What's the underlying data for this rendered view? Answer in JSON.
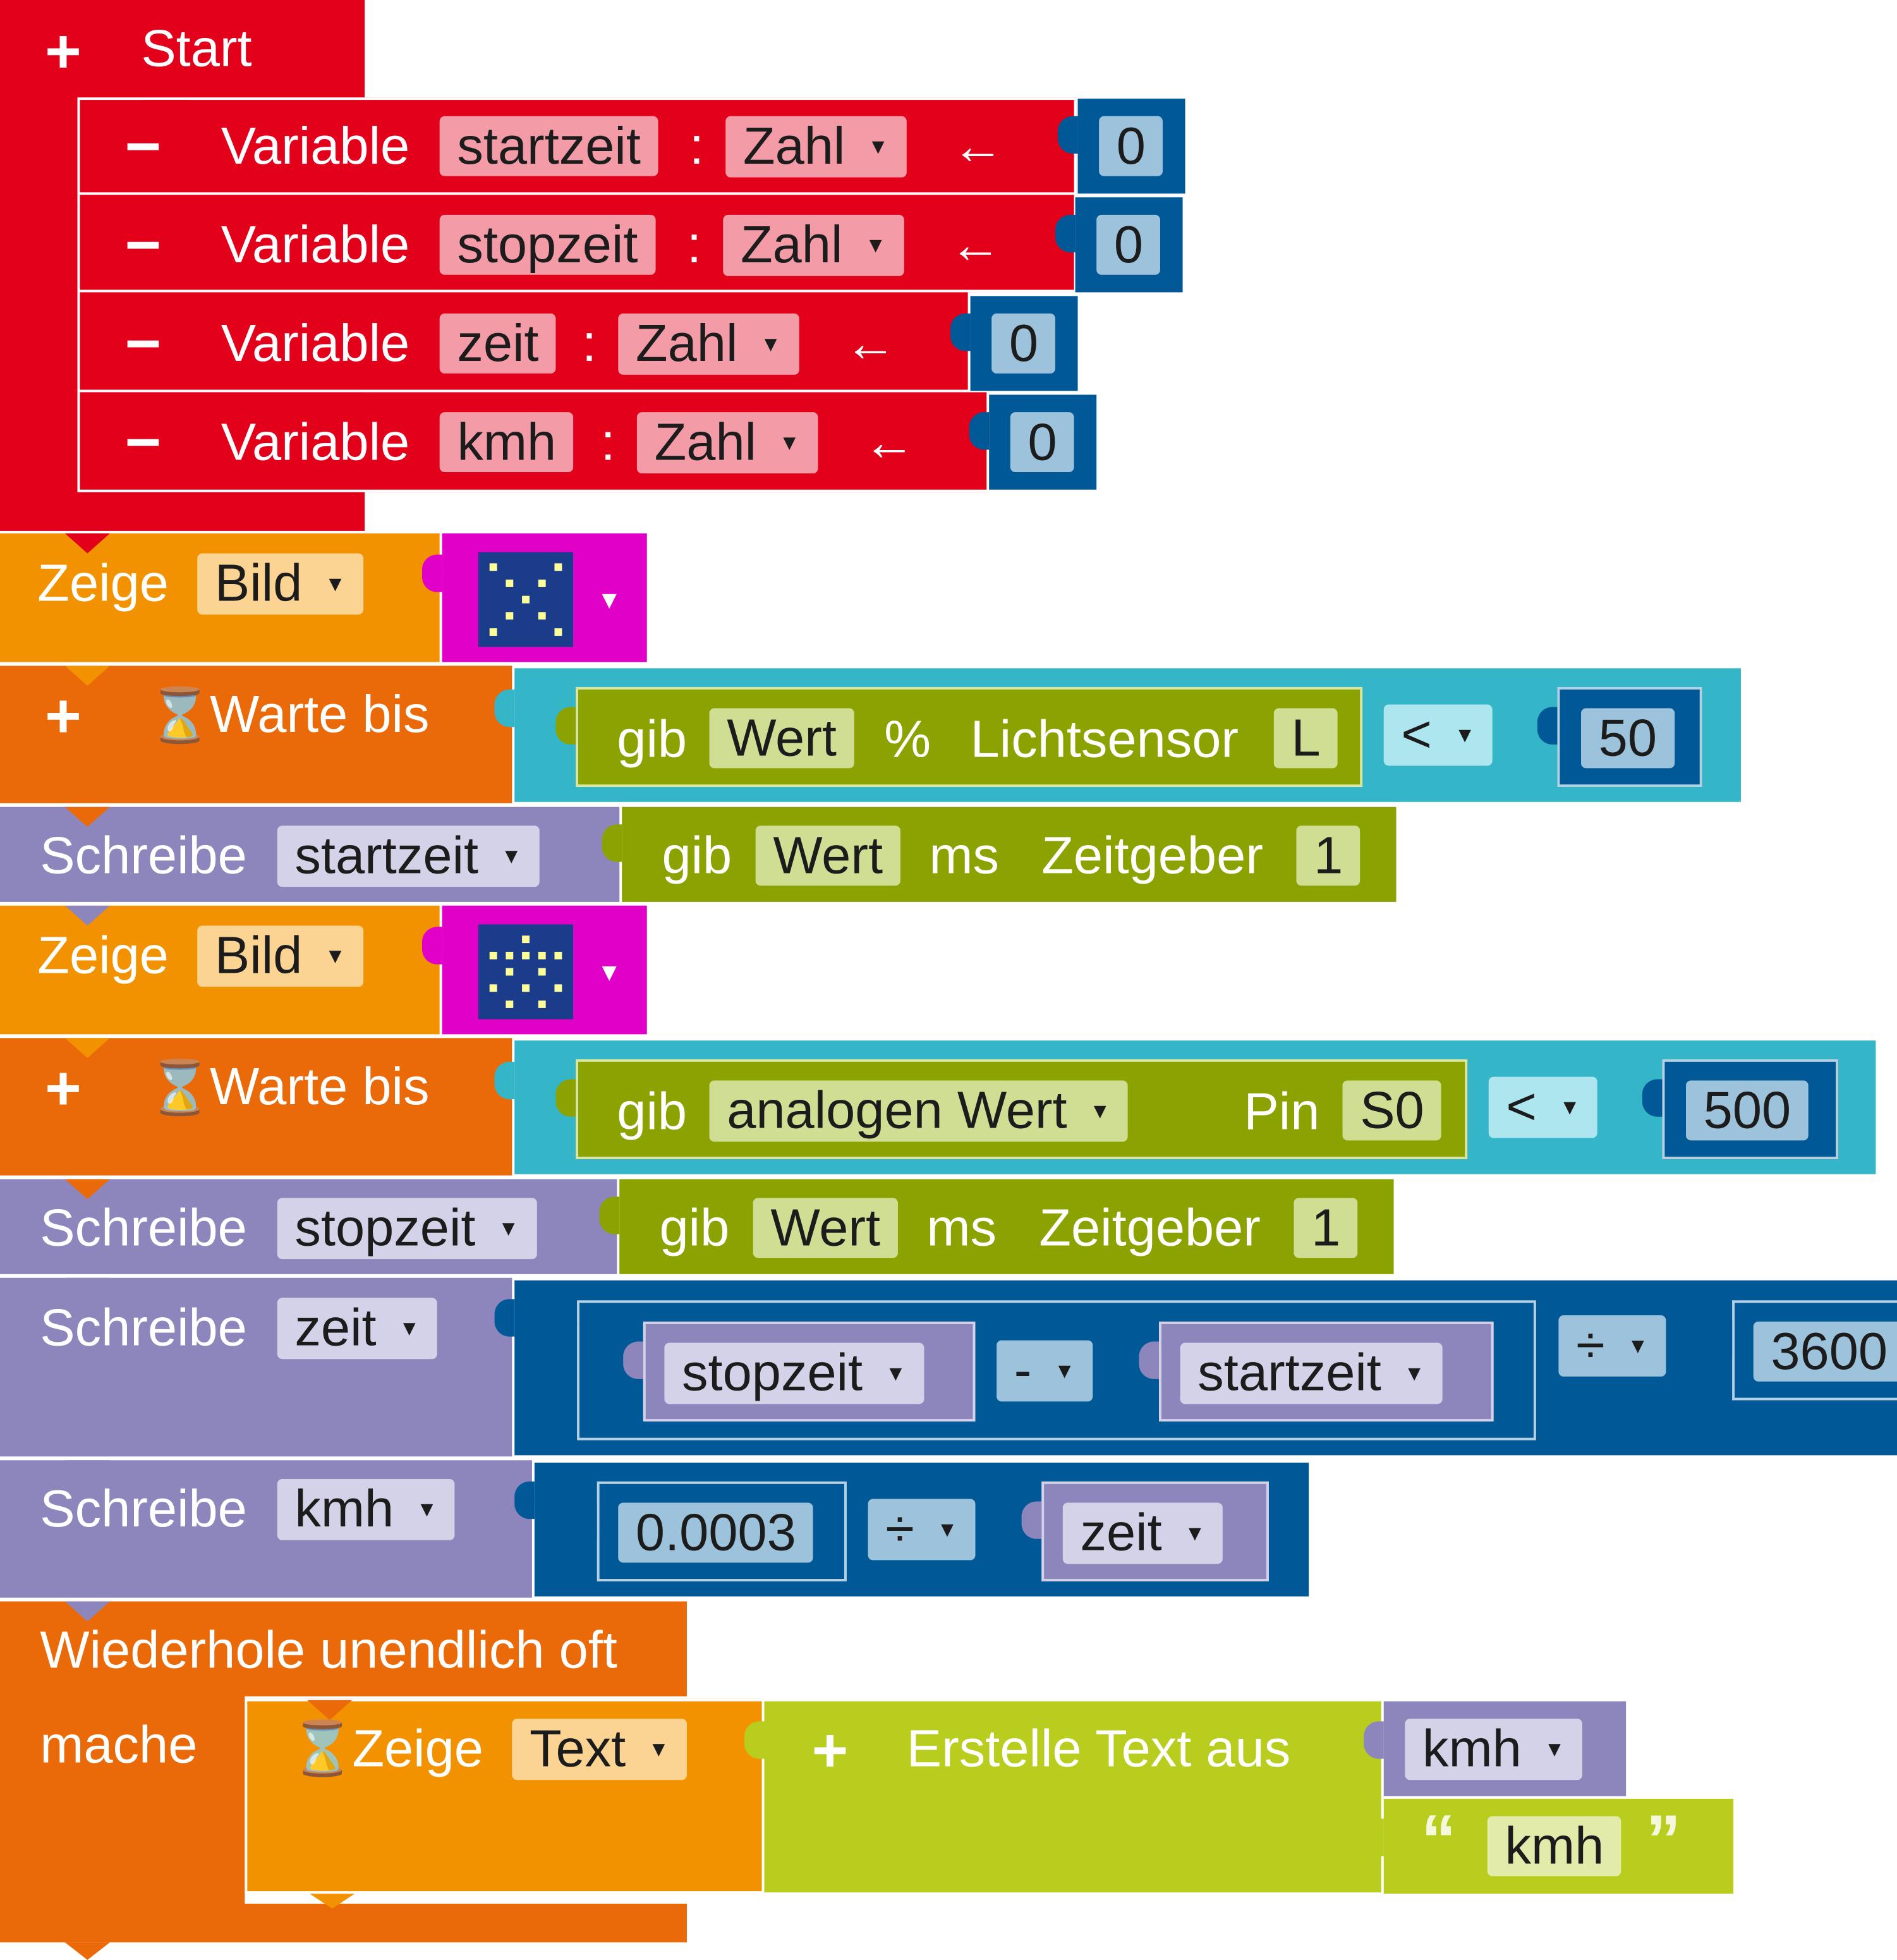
{
  "start": {
    "label": "Start"
  },
  "variables": [
    {
      "keyword": "Variable",
      "name": "startzeit",
      "colon": ":",
      "type": "Zahl",
      "arrow": "←",
      "value": "0"
    },
    {
      "keyword": "Variable",
      "name": "stopzeit",
      "colon": ":",
      "type": "Zahl",
      "arrow": "←",
      "value": "0"
    },
    {
      "keyword": "Variable",
      "name": "zeit",
      "colon": ":",
      "type": "Zahl",
      "arrow": "←",
      "value": "0"
    },
    {
      "keyword": "Variable",
      "name": "kmh",
      "colon": ":",
      "type": "Zahl",
      "arrow": "←",
      "value": "0"
    }
  ],
  "show_image_1": {
    "label": "Zeige",
    "mode": "Bild"
  },
  "wait_1": {
    "label": "Warte bis",
    "gib": "gib",
    "field": "Wert",
    "unit": "%",
    "sensor": "Lichtsensor",
    "port": "L",
    "op": "<",
    "value": "50"
  },
  "write_start": {
    "label": "Schreibe",
    "var": "startzeit",
    "gib": "gib",
    "field": "Wert",
    "unit": "ms",
    "timer": "Zeitgeber",
    "timer_no": "1"
  },
  "show_image_2": {
    "label": "Zeige",
    "mode": "Bild"
  },
  "wait_2": {
    "label": "Warte bis",
    "gib": "gib",
    "field": "analogen Wert",
    "pin_label": "Pin",
    "pin": "S0",
    "op": "<",
    "value": "500"
  },
  "write_stop": {
    "label": "Schreibe",
    "var": "stopzeit",
    "gib": "gib",
    "field": "Wert",
    "unit": "ms",
    "timer": "Zeitgeber",
    "timer_no": "1"
  },
  "write_zeit": {
    "label": "Schreibe",
    "var": "zeit",
    "left": "stopzeit",
    "minus": "-",
    "right": "startzeit",
    "div": "÷",
    "value": "3600"
  },
  "write_kmh": {
    "label": "Schreibe",
    "var": "kmh",
    "value": "0.0003",
    "div": "÷",
    "operand": "zeit"
  },
  "loop": {
    "label": "Wiederhole unendlich oft",
    "do": "mache",
    "show": "Zeige",
    "mode": "Text",
    "create": "Erstelle Text aus",
    "item1": "kmh",
    "item2": "kmh"
  },
  "colors": {
    "start": "#e2001a",
    "display": "#f39200",
    "wait": "#ea6a0a",
    "variable": "#8c86bc",
    "image": "#e000c8",
    "compare": "#35b6c8",
    "sensor": "#8ca200",
    "math": "#005996",
    "text": "#b9cd1f"
  },
  "icons": {
    "plus": "plus-icon",
    "minus": "minus-icon",
    "hourglass": "hourglass-icon",
    "dropdown": "dropdown-arrow-icon"
  }
}
